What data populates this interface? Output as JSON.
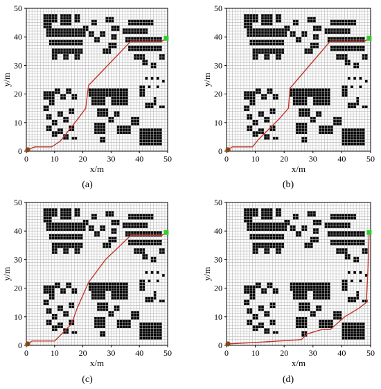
{
  "figure": {
    "captions": [
      "(a)",
      "(b)",
      "(c)",
      "(d)"
    ]
  },
  "chart_data": [
    {
      "type": "line",
      "panel": "(a)",
      "xlabel": "x/m",
      "ylabel": "y/m",
      "xlim": [
        0,
        50
      ],
      "ylim": [
        0,
        50
      ],
      "xticks": [
        0,
        10,
        20,
        30,
        40,
        50
      ],
      "yticks": [
        0,
        10,
        20,
        30,
        40,
        50
      ],
      "grid": true,
      "start": [
        0.5,
        0.5
      ],
      "goal": [
        49.5,
        39.5
      ],
      "colors": {
        "path": "#c0392b",
        "start": "#8b4513",
        "goal": "#33cc33"
      },
      "series": [
        {
          "x": [
            0.5,
            3,
            9,
            12,
            18,
            21,
            22,
            37,
            48,
            49.5
          ],
          "y": [
            0.5,
            1.5,
            1.5,
            3.5,
            11,
            15,
            23,
            38.5,
            38.5,
            39.5
          ]
        }
      ]
    },
    {
      "type": "line",
      "panel": "(b)",
      "xlabel": "x/m",
      "ylabel": "y/m",
      "xlim": [
        0,
        50
      ],
      "ylim": [
        0,
        50
      ],
      "xticks": [
        0,
        10,
        20,
        30,
        40,
        50
      ],
      "yticks": [
        0,
        10,
        20,
        30,
        40,
        50
      ],
      "grid": true,
      "start": [
        0.5,
        0.5
      ],
      "goal": [
        49.5,
        39.5
      ],
      "colors": {
        "path": "#c0392b",
        "start": "#8b4513",
        "goal": "#33cc33"
      },
      "series": [
        {
          "x": [
            0.5,
            2,
            9,
            11,
            18,
            21.5,
            22,
            36,
            48,
            49.5
          ],
          "y": [
            0.5,
            1.5,
            1.5,
            4,
            11,
            15,
            22,
            38.5,
            38.5,
            39.5
          ]
        }
      ]
    },
    {
      "type": "line",
      "panel": "(c)",
      "xlabel": "x/m",
      "ylabel": "y/m",
      "xlim": [
        0,
        50
      ],
      "ylim": [
        0,
        50
      ],
      "xticks": [
        0,
        10,
        20,
        30,
        40,
        50
      ],
      "yticks": [
        0,
        10,
        20,
        30,
        40,
        50
      ],
      "grid": true,
      "start": [
        0.5,
        0.5
      ],
      "goal": [
        49.5,
        39.5
      ],
      "colors": {
        "path": "#c0392b",
        "start": "#8b4513",
        "goal": "#33cc33"
      },
      "series": [
        {
          "x": [
            0.5,
            2,
            10,
            16,
            18,
            22,
            28,
            37,
            48,
            49.5
          ],
          "y": [
            0.5,
            1.5,
            1.5,
            7.5,
            13,
            22,
            30,
            38.5,
            38.5,
            39.5
          ]
        }
      ]
    },
    {
      "type": "line",
      "panel": "(d)",
      "xlabel": "x/m",
      "ylabel": "y/m",
      "xlim": [
        0,
        50
      ],
      "ylim": [
        0,
        50
      ],
      "xticks": [
        0,
        10,
        20,
        30,
        40,
        50
      ],
      "yticks": [
        0,
        10,
        20,
        30,
        40,
        50
      ],
      "grid": true,
      "start": [
        0.5,
        0.5
      ],
      "goal": [
        49.5,
        39.5
      ],
      "colors": {
        "path": "#c0392b",
        "start": "#8b4513",
        "goal": "#33cc33"
      },
      "series": [
        {
          "x": [
            0.5,
            10,
            26,
            28,
            33,
            36,
            41,
            46,
            48.5,
            49,
            49.5
          ],
          "y": [
            0.5,
            1,
            2,
            4,
            5.5,
            5.5,
            10,
            13,
            15,
            25,
            39.5
          ]
        }
      ]
    }
  ]
}
